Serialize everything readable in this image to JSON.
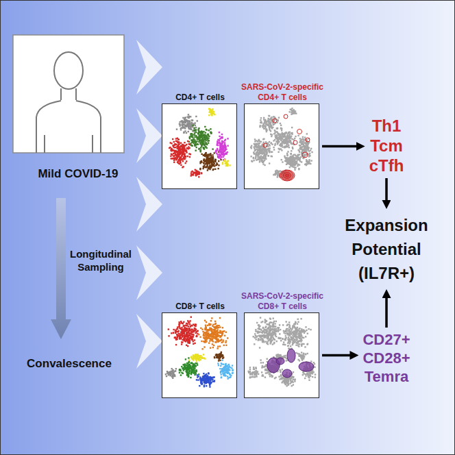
{
  "diagram": {
    "nodes": [
      {
        "text": [
          "CD4+ T cells"
        ]
      },
      {
        "text": [
          "SARS-CoV-2-specific CD4+ T cells"
        ]
      },
      {
        "text": [
          "Th1",
          "Tcm",
          "cTfh"
        ]
      },
      {
        "text": [
          "Expansion Potential",
          "(IL7R+)"
        ]
      },
      {
        "text": [
          "CD8+ T cells"
        ]
      },
      {
        "text": [
          "SARS-CoV-2-specific CD8+ T cells"
        ]
      },
      {
        "text": [
          "CD27+",
          "CD28+",
          "Temra"
        ]
      }
    ],
    "edges": [
      {
        "from": 1,
        "to": 2,
        "arrow": "to"
      },
      {
        "from": 2,
        "to": 3,
        "arrow": "to"
      },
      {
        "from": 5,
        "to": 6,
        "arrow": "to"
      },
      {
        "from": 6,
        "to": 3,
        "arrow": "to"
      }
    ],
    "labels": [
      "Mild COVID-19",
      "Longitudinal Sampling",
      "Convalescence"
    ]
  }
}
